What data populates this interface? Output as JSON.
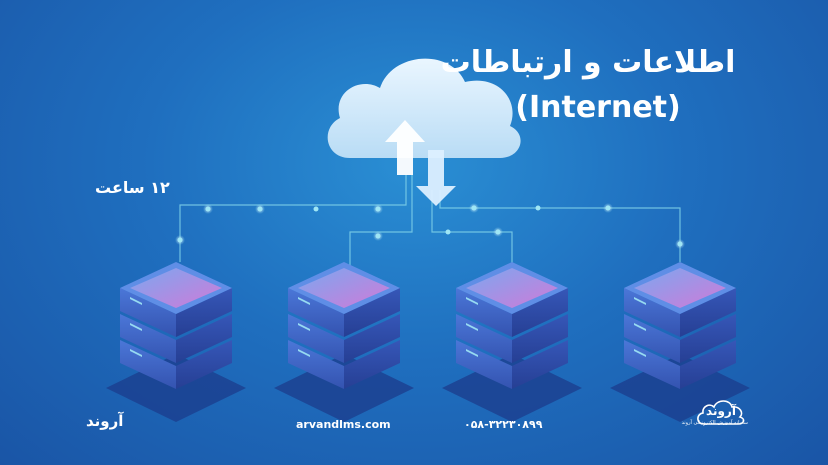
{
  "title": "اطلاعات و ارتباطات",
  "subtitle": "(Internet)",
  "duration": "۱۲ ساعت",
  "footer": {
    "website": "arvandlms.com",
    "phone": "۰۵۸-۳۲۲۳۰۸۹۹",
    "logo_left": "آروند",
    "logo_right_brand": "آروند",
    "logo_right_tagline": "سامانه آموزش الکترونیکی آروند"
  },
  "icons": [
    "cloud-icon",
    "upload-arrow-icon",
    "download-arrow-icon",
    "server-icon"
  ],
  "colors": {
    "background": "#1f6fbf",
    "cloud": "#dbeefb",
    "server_top": "#c079d6",
    "server_body": "#3c62c6"
  }
}
